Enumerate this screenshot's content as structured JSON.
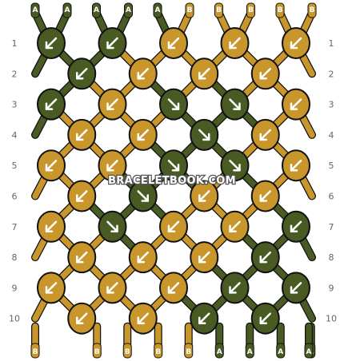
{
  "watermark": "BRACELETBOOK.COM",
  "colors": {
    "A": "#4a5a23",
    "B": "#c8962a",
    "arrow": "#ffffff",
    "outline": "#1a1a1a"
  },
  "strings_top": [
    "A",
    "A",
    "A",
    "A",
    "A",
    "B",
    "B",
    "B",
    "B",
    "B"
  ],
  "strings_bottom": [
    "B",
    "B",
    "B",
    "B",
    "B",
    "A",
    "A",
    "A",
    "A",
    "A"
  ],
  "row_labels": [
    "1",
    "2",
    "3",
    "4",
    "5",
    "6",
    "7",
    "8",
    "9",
    "10"
  ],
  "knot_rows": [
    [
      {
        "c": "A",
        "d": "dl"
      },
      {
        "c": "A",
        "d": "dl"
      },
      {
        "c": "B",
        "d": "dl"
      },
      {
        "c": "B",
        "d": "dl"
      },
      {
        "c": "B",
        "d": "dl"
      }
    ],
    [
      {
        "c": "A",
        "d": "dl"
      },
      {
        "c": "B",
        "d": "dl"
      },
      {
        "c": "B",
        "d": "dl"
      },
      {
        "c": "B",
        "d": "dl"
      }
    ],
    [
      {
        "c": "A",
        "d": "dl"
      },
      {
        "c": "B",
        "d": "dl"
      },
      {
        "c": "A",
        "d": "dr"
      },
      {
        "c": "A",
        "d": "dr"
      },
      {
        "c": "B",
        "d": "dl"
      }
    ],
    [
      {
        "c": "B",
        "d": "dl"
      },
      {
        "c": "B",
        "d": "dl"
      },
      {
        "c": "A",
        "d": "dr"
      },
      {
        "c": "B",
        "d": "dl"
      }
    ],
    [
      {
        "c": "B",
        "d": "dl"
      },
      {
        "c": "B",
        "d": "dl"
      },
      {
        "c": "A",
        "d": "dr"
      },
      {
        "c": "A",
        "d": "dr"
      },
      {
        "c": "B",
        "d": "dl"
      }
    ],
    [
      {
        "c": "B",
        "d": "dl"
      },
      {
        "c": "A",
        "d": "dr"
      },
      {
        "c": "B",
        "d": "dl"
      },
      {
        "c": "B",
        "d": "dl"
      }
    ],
    [
      {
        "c": "B",
        "d": "dl"
      },
      {
        "c": "A",
        "d": "dr"
      },
      {
        "c": "B",
        "d": "dl"
      },
      {
        "c": "B",
        "d": "dl"
      },
      {
        "c": "A",
        "d": "dl"
      }
    ],
    [
      {
        "c": "B",
        "d": "dl"
      },
      {
        "c": "B",
        "d": "dl"
      },
      {
        "c": "B",
        "d": "dl"
      },
      {
        "c": "A",
        "d": "dl"
      }
    ],
    [
      {
        "c": "B",
        "d": "dl"
      },
      {
        "c": "B",
        "d": "dl"
      },
      {
        "c": "B",
        "d": "dl"
      },
      {
        "c": "A",
        "d": "dl"
      },
      {
        "c": "A",
        "d": "dl"
      }
    ],
    [
      {
        "c": "B",
        "d": "dl"
      },
      {
        "c": "B",
        "d": "dl"
      },
      {
        "c": "A",
        "d": "dl"
      },
      {
        "c": "A",
        "d": "dl"
      }
    ]
  ]
}
